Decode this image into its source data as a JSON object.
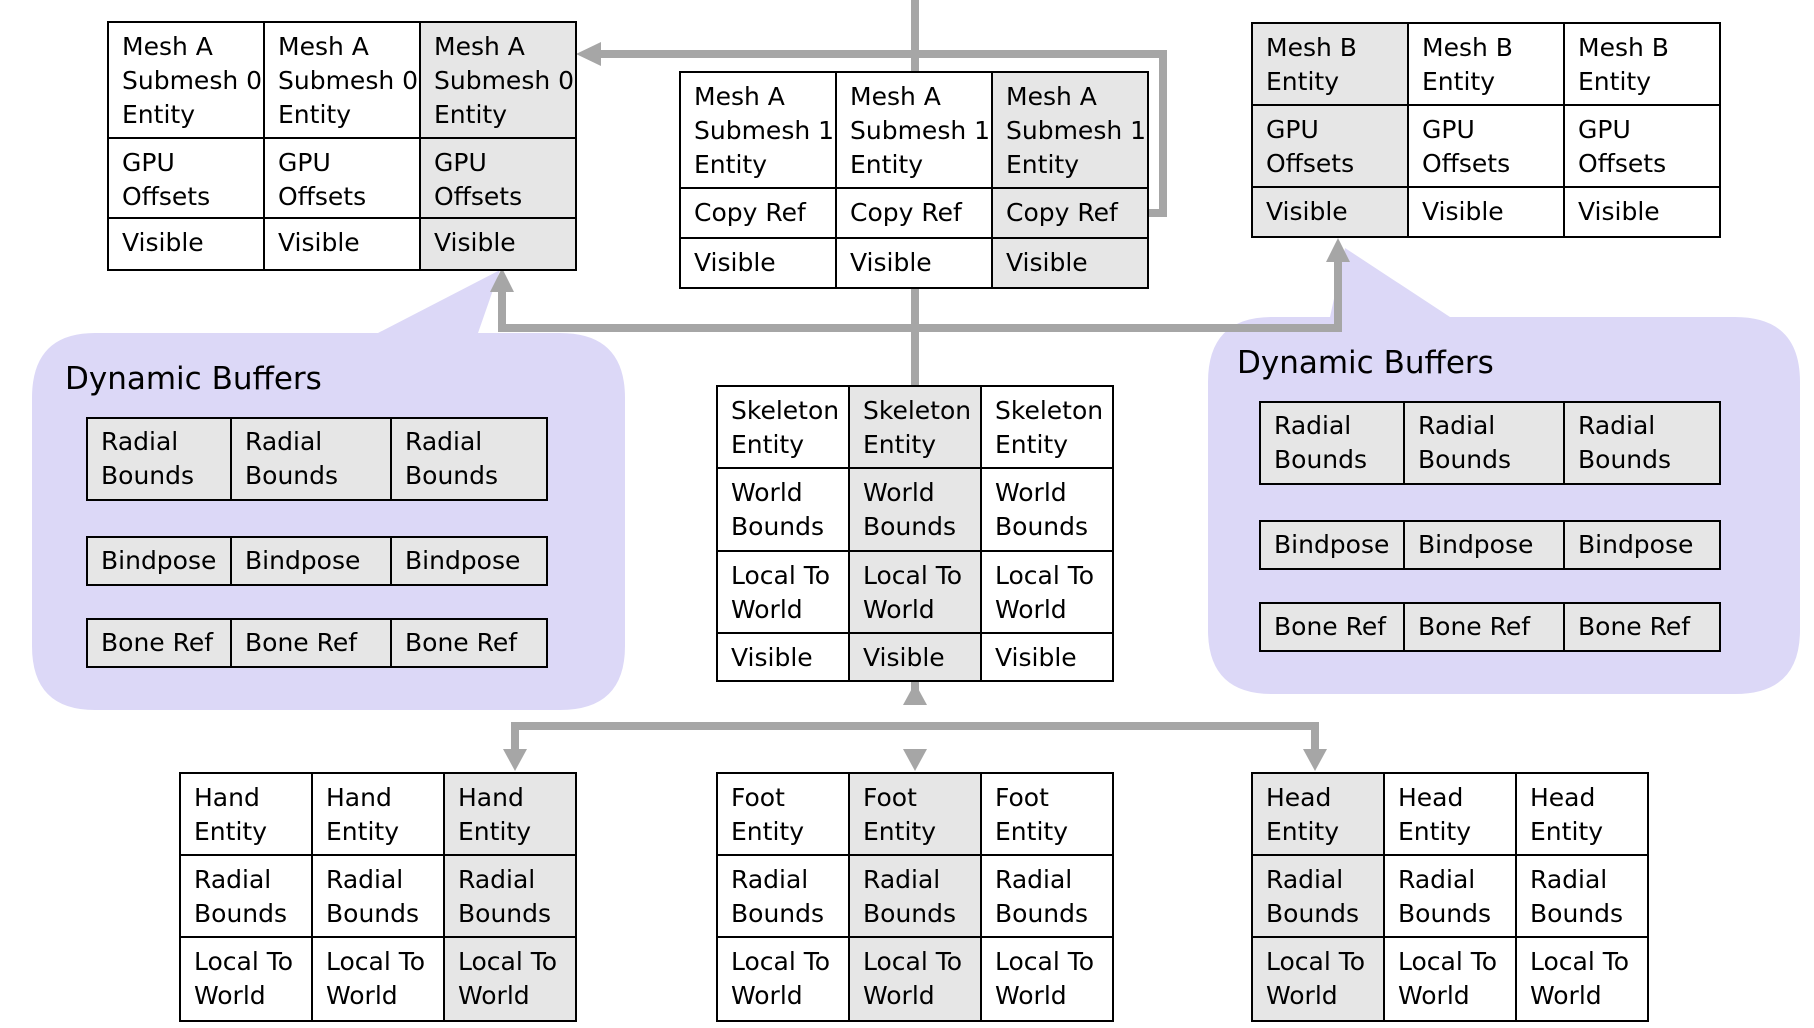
{
  "colors": {
    "bubble_fill": "#dcd8f7",
    "arrow": "#a6a6a6",
    "cell_shade": "#e6e6e6",
    "border": "#000000"
  },
  "tables": {
    "mesh_a_submesh0": {
      "rows": [
        [
          "Mesh A\nSubmesh 0\nEntity",
          "Mesh A\nSubmesh 0\nEntity",
          "Mesh A\nSubmesh 0\nEntity"
        ],
        [
          "GPU\nOffsets",
          "GPU\nOffsets",
          "GPU\nOffsets"
        ],
        [
          "Visible",
          "Visible",
          "Visible"
        ]
      ]
    },
    "mesh_a_submesh1": {
      "rows": [
        [
          "Mesh A\nSubmesh 1\nEntity",
          "Mesh A\nSubmesh 1\nEntity",
          "Mesh A\nSubmesh 1\nEntity"
        ],
        [
          "Copy Ref",
          "Copy Ref",
          "Copy Ref"
        ],
        [
          "Visible",
          "Visible",
          "Visible"
        ]
      ]
    },
    "mesh_b": {
      "rows": [
        [
          "Mesh B\nEntity",
          "Mesh B\nEntity",
          "Mesh B\nEntity"
        ],
        [
          "GPU\nOffsets",
          "GPU\nOffsets",
          "GPU\nOffsets"
        ],
        [
          "Visible",
          "Visible",
          "Visible"
        ]
      ]
    },
    "skeleton": {
      "rows": [
        [
          "Skeleton\nEntity",
          "Skeleton\nEntity",
          "Skeleton\nEntity"
        ],
        [
          "World\nBounds",
          "World\nBounds",
          "World\nBounds"
        ],
        [
          "Local To\nWorld",
          "Local To\nWorld",
          "Local To\nWorld"
        ],
        [
          "Visible",
          "Visible",
          "Visible"
        ]
      ]
    },
    "hand": {
      "rows": [
        [
          "Hand\nEntity",
          "Hand\nEntity",
          "Hand\nEntity"
        ],
        [
          "Radial\nBounds",
          "Radial\nBounds",
          "Radial\nBounds"
        ],
        [
          "Local To\nWorld",
          "Local To\nWorld",
          "Local To\nWorld"
        ]
      ]
    },
    "foot": {
      "rows": [
        [
          "Foot\nEntity",
          "Foot\nEntity",
          "Foot\nEntity"
        ],
        [
          "Radial\nBounds",
          "Radial\nBounds",
          "Radial\nBounds"
        ],
        [
          "Local To\nWorld",
          "Local To\nWorld",
          "Local To\nWorld"
        ]
      ]
    },
    "head": {
      "rows": [
        [
          "Head\nEntity",
          "Head\nEntity",
          "Head\nEntity"
        ],
        [
          "Radial\nBounds",
          "Radial\nBounds",
          "Radial\nBounds"
        ],
        [
          "Local To\nWorld",
          "Local To\nWorld",
          "Local To\nWorld"
        ]
      ]
    },
    "left_radial": {
      "rows": [
        [
          "Radial\nBounds",
          "Radial\nBounds",
          "Radial\nBounds"
        ]
      ]
    },
    "left_bindpose": {
      "rows": [
        [
          "Bindpose",
          "Bindpose",
          "Bindpose"
        ]
      ]
    },
    "left_boneref": {
      "rows": [
        [
          "Bone Ref",
          "Bone Ref",
          "Bone Ref"
        ]
      ]
    },
    "right_radial": {
      "rows": [
        [
          "Radial\nBounds",
          "Radial\nBounds",
          "Radial\nBounds"
        ]
      ]
    },
    "right_bindpose": {
      "rows": [
        [
          "Bindpose",
          "Bindpose",
          "Bindpose"
        ]
      ]
    },
    "right_boneref": {
      "rows": [
        [
          "Bone Ref",
          "Bone Ref",
          "Bone Ref"
        ]
      ]
    }
  },
  "bubbles": {
    "left_title": "Dynamic Buffers",
    "right_title": "Dynamic Buffers"
  }
}
